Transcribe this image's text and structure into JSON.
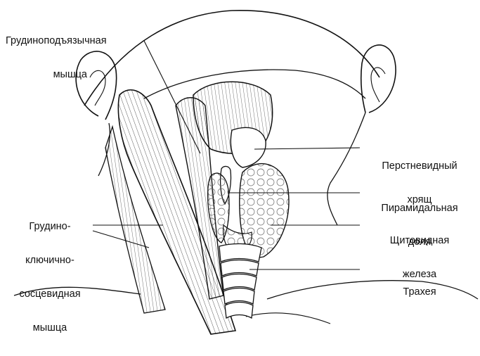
{
  "labels": {
    "sternohyoid": {
      "line1": "Грудиноподъязычная",
      "line2": "мышца"
    },
    "cricoid": {
      "line1": "Перстневидный",
      "line2": "хрящ"
    },
    "pyramidal": {
      "line1": "Пирамидальная",
      "line2": "доля"
    },
    "thyroid": {
      "line1": "Щитовидная",
      "line2": "железа"
    },
    "trachea": {
      "line1": "Трахея"
    },
    "scm": {
      "line1": "Грудино-",
      "line2": "ключично-",
      "line3": "сосцевидная",
      "line4": "мышца"
    }
  },
  "colors": {
    "ink": "#111111",
    "gland_fill": "#f2f2f2",
    "background": "#ffffff"
  }
}
